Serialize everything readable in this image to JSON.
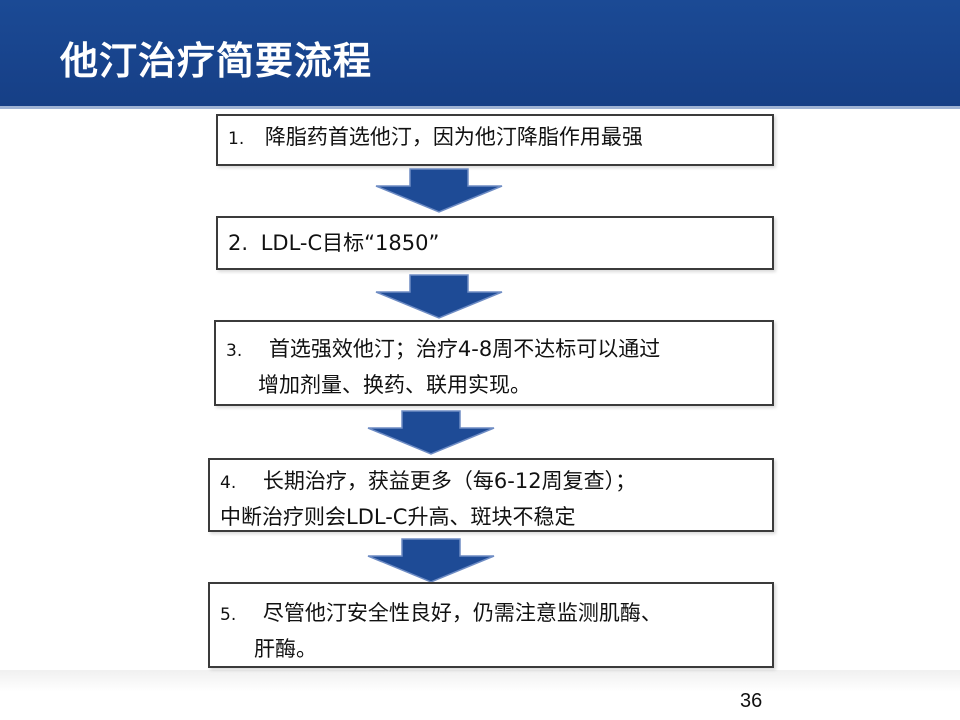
{
  "slide": {
    "title": "他汀治疗简要流程",
    "page_number": "36"
  },
  "steps": [
    {
      "num": "1.",
      "lines": [
        "降脂药首选他汀，因为他汀降脂作用最强"
      ]
    },
    {
      "num": "2.",
      "lines": [
        "LDL-C目标“1850”"
      ]
    },
    {
      "num": "3.",
      "lines": [
        "首选强效他汀；治疗4-8周不达标可以通过",
        "增加剂量、换药、联用实现。"
      ]
    },
    {
      "num": "4.",
      "lines": [
        "长期治疗，获益更多（每6-12周复查）；",
        "中断治疗则会LDL-C升高、斑块不稳定"
      ]
    },
    {
      "num": "5.",
      "lines": [
        "尽管他汀安全性良好，仍需注意监测肌酶、",
        "肝酶。"
      ]
    }
  ],
  "colors": {
    "header_bg": "#1b4a95",
    "arrow_fill": "#1e4b96",
    "box_border": "#3b3b3b"
  }
}
